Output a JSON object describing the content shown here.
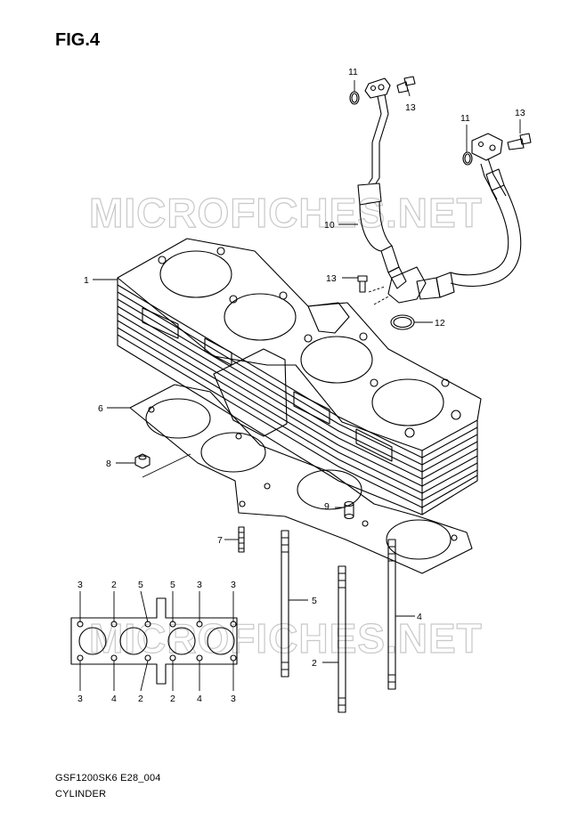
{
  "figure": {
    "title": "FIG.4",
    "code": "GSF1200SK6 E28_004",
    "name": "CYLINDER"
  },
  "watermark": {
    "text": "MICROFICHES.NET"
  },
  "callouts": {
    "c1": "1",
    "c2": "2",
    "c4": "4",
    "c5": "5",
    "c6": "6",
    "c7": "7",
    "c8": "8",
    "c9": "9",
    "c10": "10",
    "c11a": "11",
    "c11b": "11",
    "c12": "12",
    "c13a": "13",
    "c13b": "13",
    "c13c": "13"
  },
  "torque_sequence": {
    "top": [
      "3",
      "2",
      "5",
      "5",
      "3",
      "3"
    ],
    "bottom": [
      "3",
      "4",
      "2",
      "2",
      "4",
      "3"
    ]
  },
  "colors": {
    "ink": "#000000",
    "watermark": "#c8c8c8",
    "background": "#ffffff"
  }
}
